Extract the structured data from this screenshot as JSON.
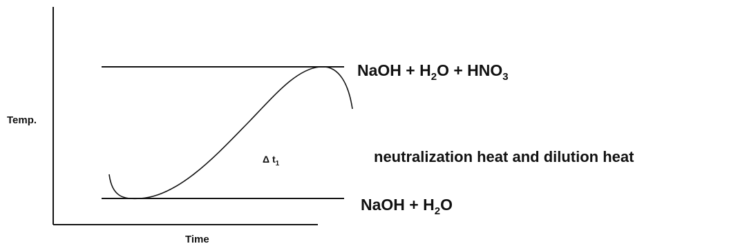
{
  "axes": {
    "y_label": "Temp.",
    "x_label": "Time"
  },
  "upper_line": {
    "base": "NaOH + H",
    "sub1": "2",
    "mid": "O + HNO",
    "sub2": "3"
  },
  "lower_line": {
    "base": "NaOH + H",
    "sub1": "2",
    "mid": "O"
  },
  "delta_label": {
    "symbol": "Δ t",
    "sub": "1"
  },
  "annotation": "neutralization heat and dilution heat"
}
